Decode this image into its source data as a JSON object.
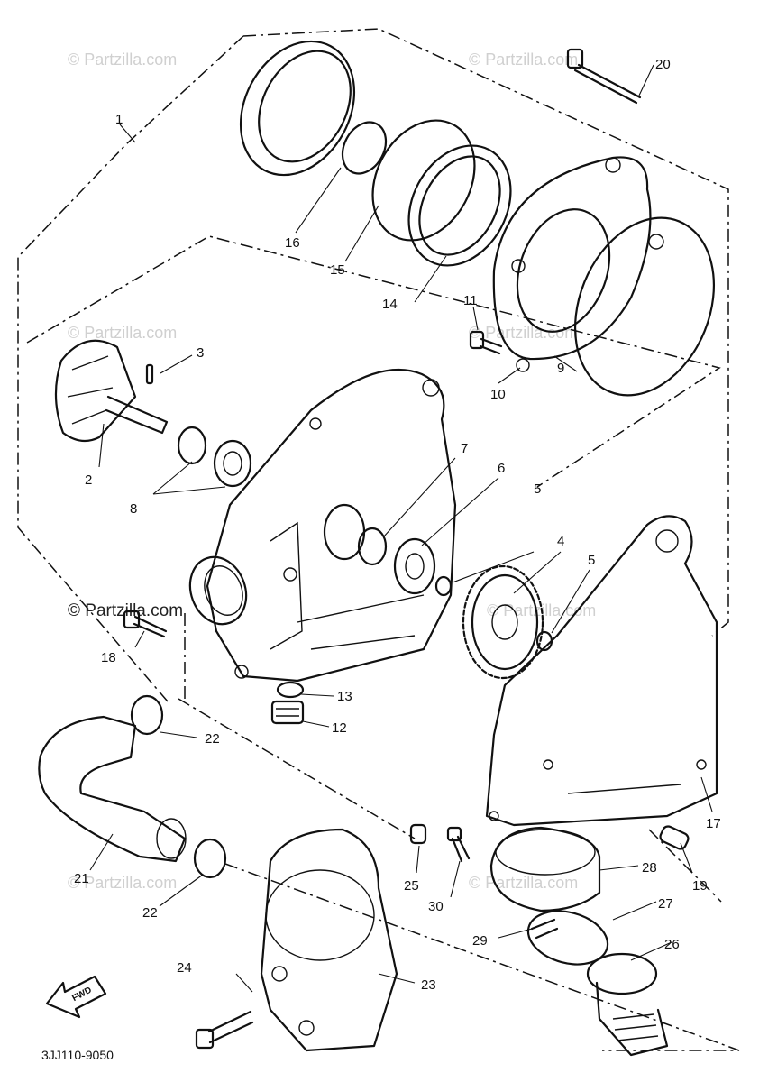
{
  "watermarks": {
    "top_left": "© Partzilla.com",
    "top_right": "© Partzilla.com",
    "mid_left": "© Partzilla.com",
    "mid_right": "© Partzilla.com",
    "main": "© Partzilla.com",
    "right": "© Partzilla.com",
    "bottom_left": "© Partzilla.com",
    "bottom_right": "© Partzilla.com"
  },
  "callouts": {
    "c1": "1",
    "c2": "2",
    "c3": "3",
    "c4": "4",
    "c5a": "5",
    "c5b": "5",
    "c6": "6",
    "c7": "7",
    "c8": "8",
    "c9": "9",
    "c10": "10",
    "c11": "11",
    "c12": "12",
    "c13": "13",
    "c14": "14",
    "c15": "15",
    "c16": "16",
    "c17": "17",
    "c18": "18",
    "c19": "19",
    "c20": "20",
    "c21": "21",
    "c22a": "22",
    "c22b": "22",
    "c23": "23",
    "c24": "24",
    "c25": "25",
    "c26": "26",
    "c27": "27",
    "c28": "28",
    "c29": "29",
    "c30": "30"
  },
  "fwd_label": "FWD",
  "diagram_code": "3JJ110-9050"
}
